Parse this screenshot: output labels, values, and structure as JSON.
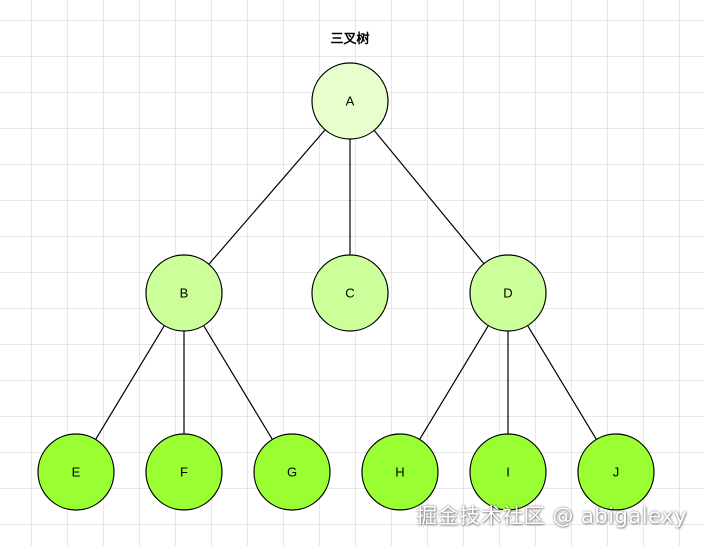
{
  "title": "三叉树",
  "watermark": "掘金技术社区 @ abigalexy",
  "colors": {
    "root_fill": "#e6ffcc",
    "level1_fill": "#ccff99",
    "leaf_fill": "#99ff33",
    "stroke": "#000000",
    "grid": "#e6e6e6"
  },
  "nodes": [
    {
      "id": "A",
      "label": "A",
      "level": 0
    },
    {
      "id": "B",
      "label": "B",
      "level": 1
    },
    {
      "id": "C",
      "label": "C",
      "level": 1
    },
    {
      "id": "D",
      "label": "D",
      "level": 1
    },
    {
      "id": "E",
      "label": "E",
      "level": 2
    },
    {
      "id": "F",
      "label": "F",
      "level": 2
    },
    {
      "id": "G",
      "label": "G",
      "level": 2
    },
    {
      "id": "H",
      "label": "H",
      "level": 2
    },
    {
      "id": "I",
      "label": "I",
      "level": 2
    },
    {
      "id": "J",
      "label": "J",
      "level": 2
    }
  ],
  "edges": [
    {
      "from": "A",
      "to": "B"
    },
    {
      "from": "A",
      "to": "C"
    },
    {
      "from": "A",
      "to": "D"
    },
    {
      "from": "B",
      "to": "E"
    },
    {
      "from": "B",
      "to": "F"
    },
    {
      "from": "B",
      "to": "G"
    },
    {
      "from": "D",
      "to": "H"
    },
    {
      "from": "D",
      "to": "I"
    },
    {
      "from": "D",
      "to": "J"
    }
  ]
}
